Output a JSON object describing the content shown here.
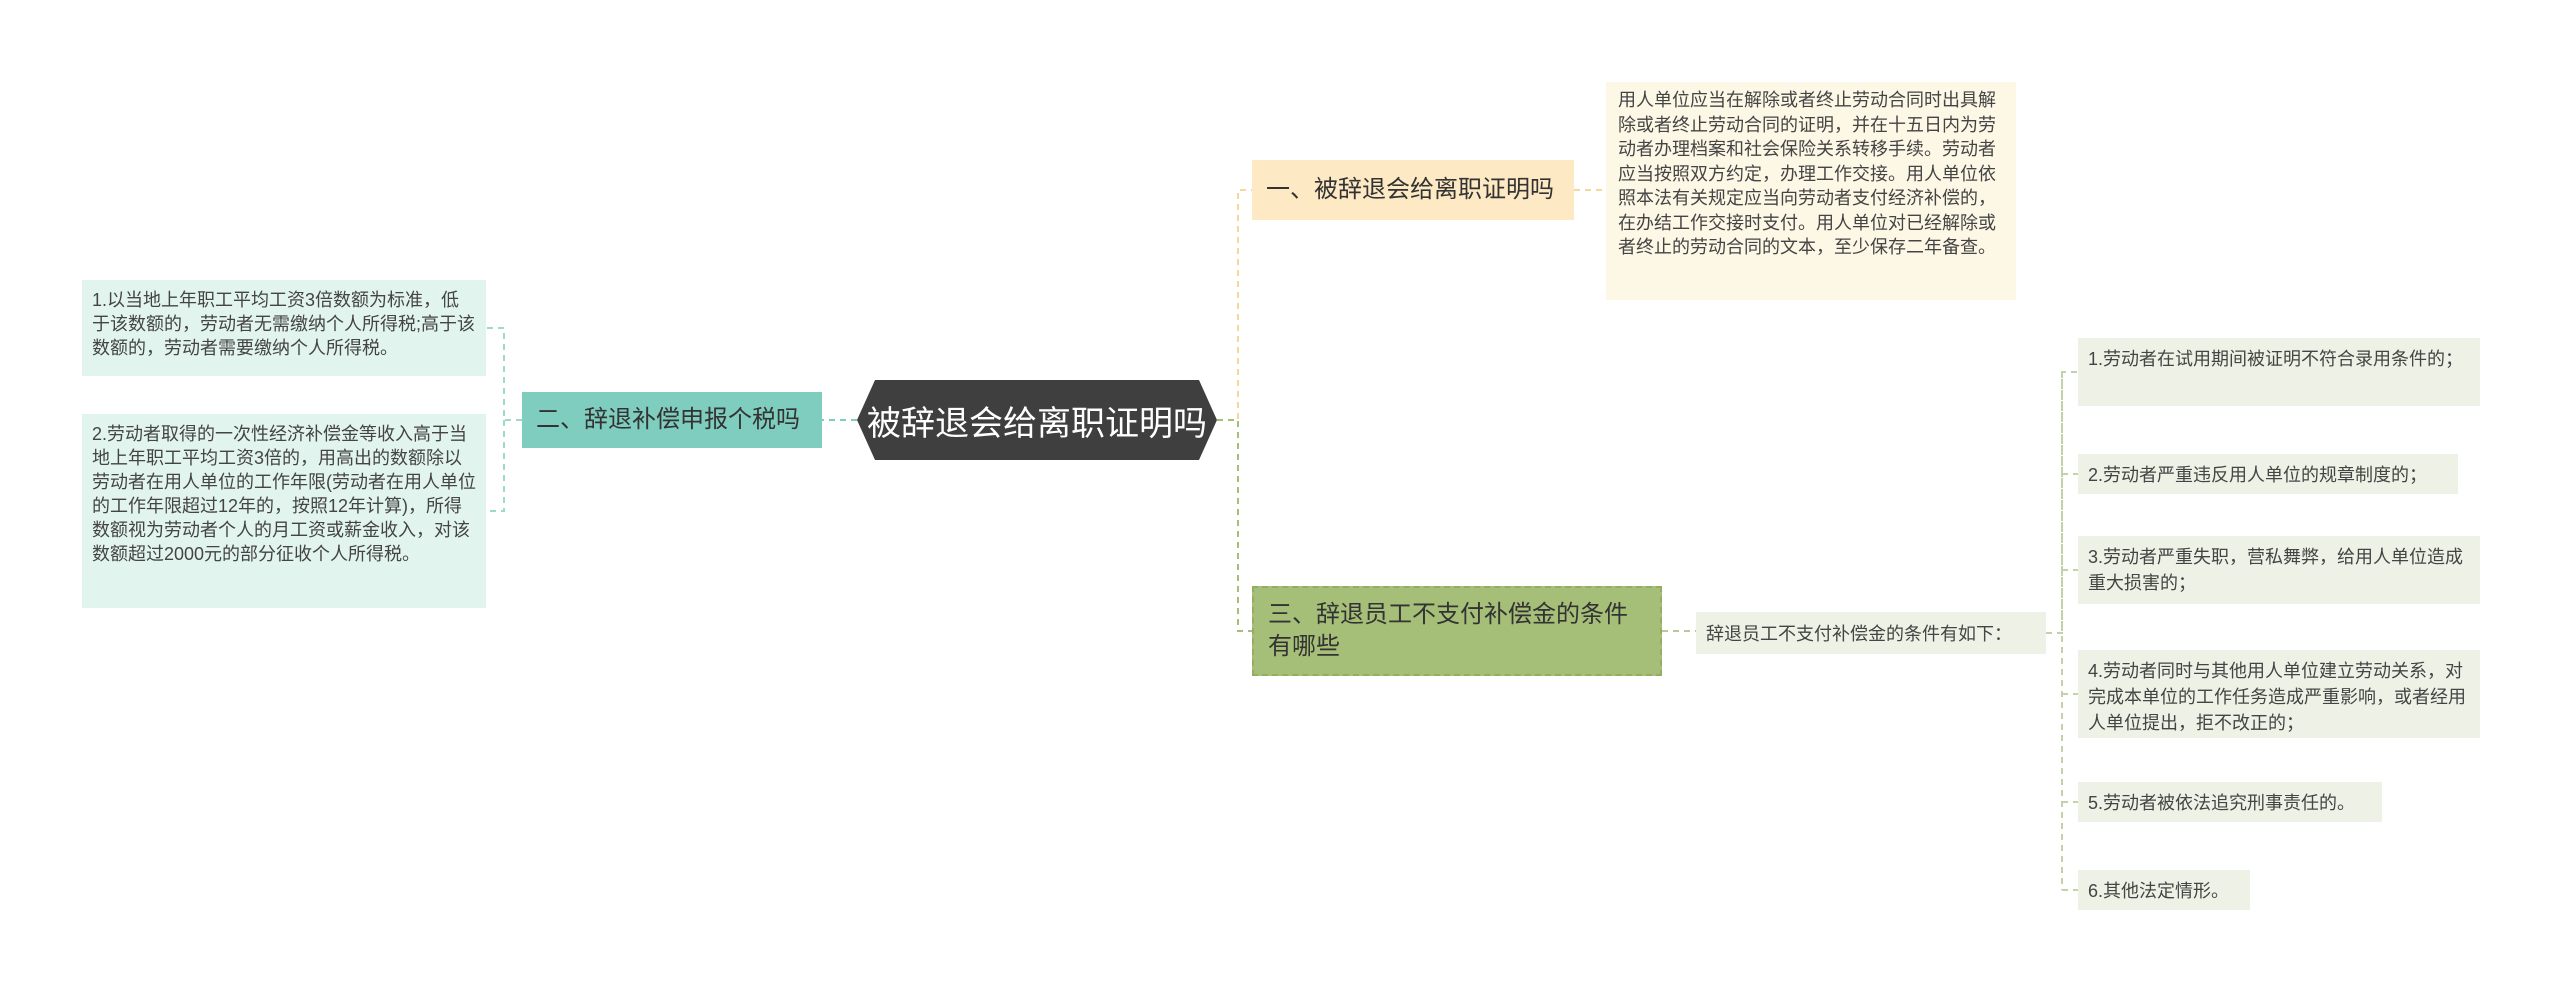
{
  "colors": {
    "root_bg": "#3f3f3f",
    "branch1_bg": "#fde9c3",
    "branch2_bg": "#7fcdbf",
    "branch3_bg": "#a6bf78",
    "leaf_left_bg": "#e2f4ee",
    "leaf_right_bg": "#eef2e6",
    "leaf_top_bg": "#fdf7e6"
  },
  "root": {
    "label": "被辞退会给离职证明吗"
  },
  "branch1": {
    "label": "一、被辞退会给离职证明吗",
    "detail": "用人单位应当在解除或者终止劳动合同时出具解除或者终止劳动合同的证明，并在十五日内为劳动者办理档案和社会保险关系转移手续。劳动者应当按照双方约定，办理工作交接。用人单位依照本法有关规定应当向劳动者支付经济补偿的，在办结工作交接时支付。用人单位对已经解除或者终止的劳动合同的文本，至少保存二年备查。"
  },
  "branch2": {
    "label": "二、辞退补偿申报个税吗",
    "items": [
      "1.以当地上年职工平均工资3倍数额为标准，低于该数额的，劳动者无需缴纳个人所得税;高于该数额的，劳动者需要缴纳个人所得税。",
      "2.劳动者取得的一次性经济补偿金等收入高于当地上年职工平均工资3倍的，用高出的数额除以劳动者在用人单位的工作年限(劳动者在用人单位的工作年限超过12年的，按照12年计算)，所得数额视为劳动者个人的月工资或薪金收入，对该数额超过2000元的部分征收个人所得税。"
    ]
  },
  "branch3": {
    "label": "三、辞退员工不支付补偿金的条件有哪些",
    "intro": "辞退员工不支付补偿金的条件有如下：",
    "items": [
      "1.劳动者在试用期间被证明不符合录用条件的；",
      "2.劳动者严重违反用人单位的规章制度的；",
      "3.劳动者严重失职，营私舞弊，给用人单位造成重大损害的；",
      "4.劳动者同时与其他用人单位建立劳动关系，对完成本单位的工作任务造成严重影响，或者经用人单位提出，拒不改正的；",
      "5.劳动者被依法追究刑事责任的。",
      "6.其他法定情形。"
    ]
  }
}
